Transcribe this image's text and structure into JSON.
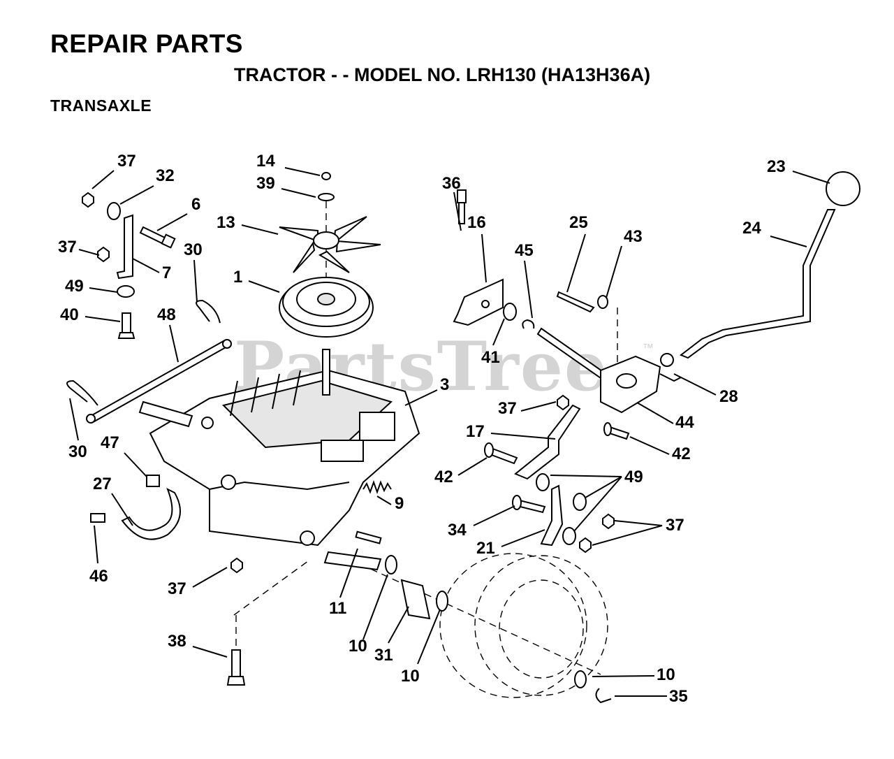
{
  "header": {
    "title": "REPAIR PARTS",
    "subtitle": "TRACTOR - - MODEL NO. LRH130 (HA13H36A)",
    "section": "TRANSAXLE"
  },
  "watermark": {
    "text": "PartsTree",
    "trademark": "™"
  },
  "callouts": [
    "37",
    "32",
    "6",
    "37",
    "7",
    "49",
    "40",
    "30",
    "48",
    "30",
    "47",
    "27",
    "46",
    "14",
    "39",
    "13",
    "1",
    "3",
    "9",
    "37",
    "11",
    "38",
    "10",
    "31",
    "10",
    "36",
    "16",
    "45",
    "41",
    "25",
    "43",
    "23",
    "24",
    "28",
    "37",
    "44",
    "17",
    "42",
    "42",
    "49",
    "34",
    "21",
    "37",
    "10",
    "35"
  ]
}
